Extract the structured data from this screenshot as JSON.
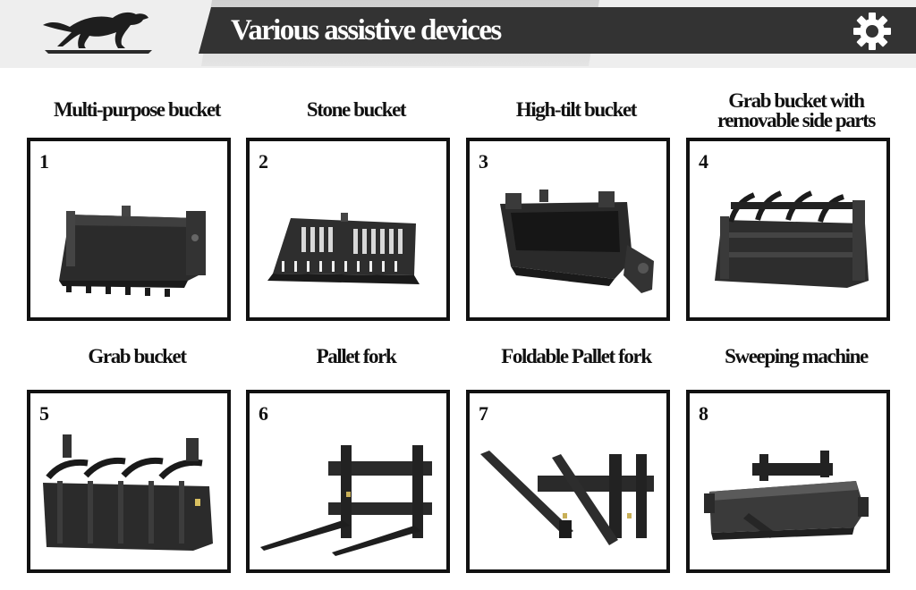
{
  "header": {
    "title": "Various assistive devices",
    "logo_icon": "running-panther-logo",
    "settings_icon": "gear-icon",
    "bar_color": "#333333"
  },
  "devices": [
    {
      "number": "1",
      "name": "Multi-purpose bucket",
      "icon": "multi-purpose-bucket-icon"
    },
    {
      "number": "2",
      "name": "Stone bucket",
      "icon": "stone-bucket-icon"
    },
    {
      "number": "3",
      "name": "High-tilt bucket",
      "icon": "high-tilt-bucket-icon"
    },
    {
      "number": "4",
      "name_line1": "Grab bucket with",
      "name_line2": "removable side parts",
      "icon": "grab-bucket-side-parts-icon"
    },
    {
      "number": "5",
      "name": "Grab bucket",
      "icon": "grab-bucket-icon"
    },
    {
      "number": "6",
      "name": "Pallet fork",
      "icon": "pallet-fork-icon"
    },
    {
      "number": "7",
      "name": "Foldable Pallet fork",
      "icon": "foldable-pallet-fork-icon"
    },
    {
      "number": "8",
      "name": "Sweeping machine",
      "icon": "sweeping-machine-icon"
    }
  ]
}
